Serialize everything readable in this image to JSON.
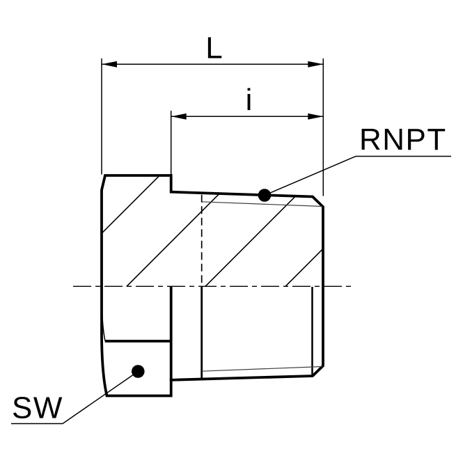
{
  "drawing": {
    "labels": {
      "overall_length": "L",
      "thread_length": "i",
      "thread_designation": "RNPT",
      "wrench_size": "SW"
    },
    "colors": {
      "line": "#000000",
      "thin_line": "#3c3c3c",
      "background": "#ffffff"
    }
  }
}
